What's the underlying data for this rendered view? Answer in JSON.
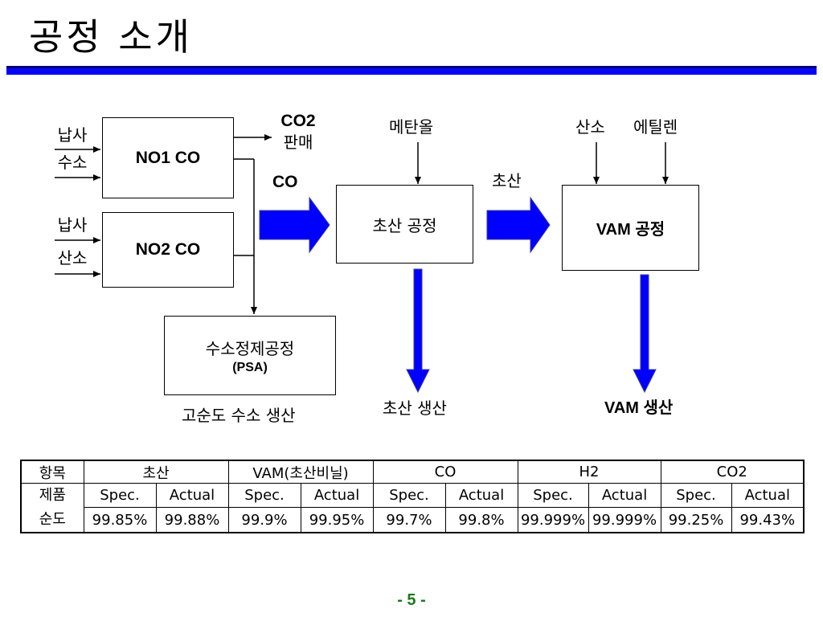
{
  "title": "공정 소개",
  "colors": {
    "title_bar": "#0000ff",
    "flow_arrow": "#0000ff",
    "page_number": "#1a7a1a"
  },
  "diagram": {
    "inputs_1": [
      "납사",
      "수소"
    ],
    "inputs_2": [
      "납사",
      "산소"
    ],
    "box_no1": "NO1 CO",
    "box_no2": "NO2 CO",
    "co2_label_1": "CO2",
    "co2_label_2": "판매",
    "co_label": "CO",
    "psa_box_line1": "수소정제공정",
    "psa_box_line2": "(PSA)",
    "psa_output": "고순도 수소 생산",
    "methanol_label": "메탄올",
    "acetic_box": "초산 공정",
    "acetic_arrow_label": "초산",
    "acetic_output": "초산 생산",
    "vam_inputs": [
      "산소",
      "에틸렌"
    ],
    "vam_box": "VAM 공정",
    "vam_output": "VAM 생산"
  },
  "table": {
    "row_label_1": "항목",
    "row_label_2a": "제품",
    "row_label_2b": "순도",
    "products": [
      "초산",
      "VAM(초산비닐)",
      "CO",
      "H2",
      "CO2"
    ],
    "spec_header": "Spec.",
    "actual_header": "Actual",
    "values": [
      {
        "spec": "99.85%",
        "actual": "99.88%"
      },
      {
        "spec": "99.9%",
        "actual": "99.95%"
      },
      {
        "spec": "99.7%",
        "actual": "99.8%"
      },
      {
        "spec": "99.999%",
        "actual": "99.999%"
      },
      {
        "spec": "99.25%",
        "actual": "99.43%"
      }
    ]
  },
  "page_number": "- 5 -"
}
